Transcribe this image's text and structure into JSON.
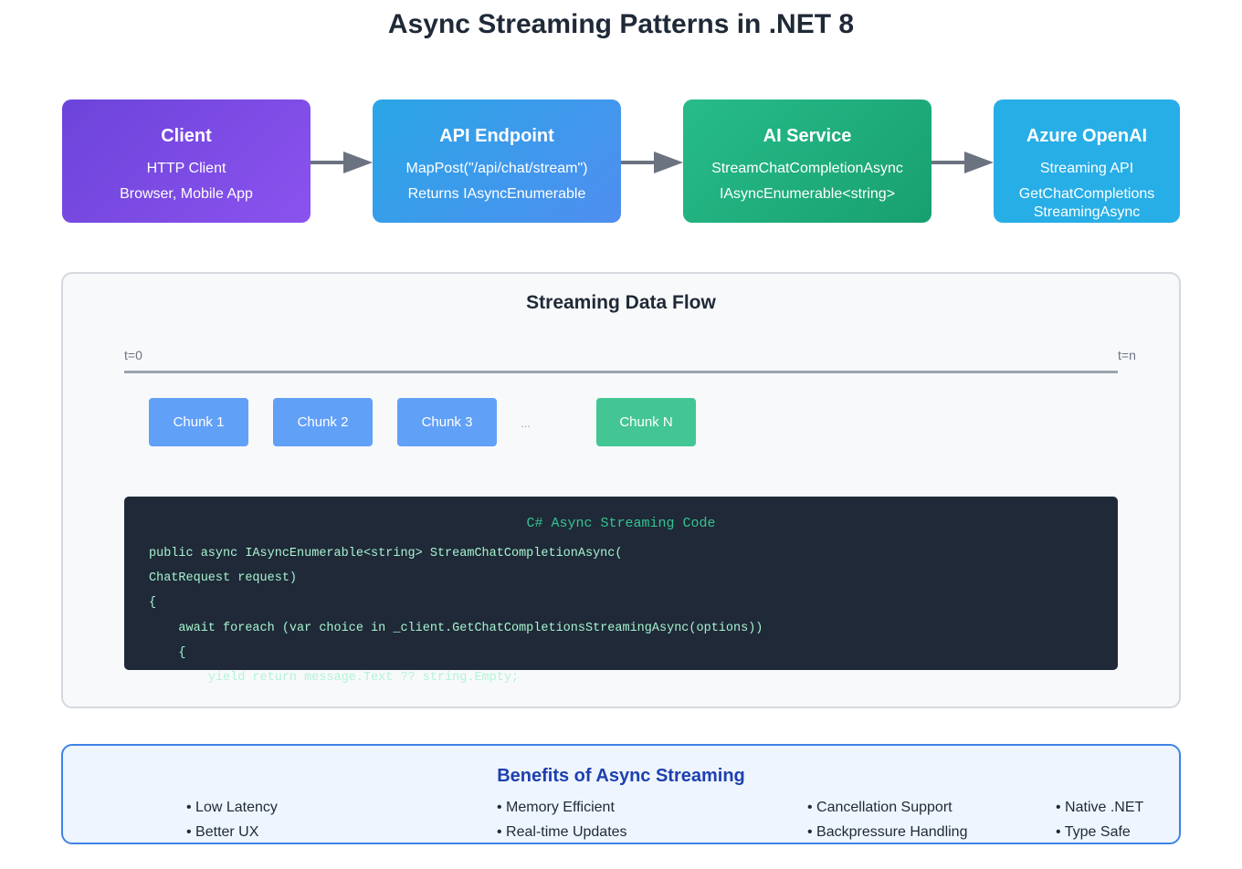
{
  "title": "Async Streaming Patterns in .NET 8",
  "flow": {
    "client": {
      "title": "Client",
      "line1": "HTTP Client",
      "line2": "Browser, Mobile App"
    },
    "api": {
      "title": "API Endpoint",
      "line1": "MapPost(\"/api/chat/stream\")",
      "line2": "Returns IAsyncEnumerable"
    },
    "ai": {
      "title": "AI Service",
      "line1": "StreamChatCompletionAsync",
      "line2": "IAsyncEnumerable<string>"
    },
    "azure": {
      "title": "Azure OpenAI",
      "line1": "Streaming API",
      "line2": "GetChatCompletions",
      "line3": "StreamingAsync"
    }
  },
  "data_flow": {
    "title": "Streaming Data Flow",
    "t_start": "t=0",
    "t_end": "t=n",
    "chunks": [
      "Chunk 1",
      "Chunk 2",
      "Chunk 3"
    ],
    "ellipsis": "...",
    "last_chunk": "Chunk N"
  },
  "code": {
    "title": "C# Async Streaming Code",
    "lines": [
      "public async IAsyncEnumerable<string> StreamChatCompletionAsync(",
      "ChatRequest request)",
      "{",
      "    await foreach (var choice in _client.GetChatCompletionsStreamingAsync(options))",
      "    {",
      "        yield return message.Text ?? string.Empty;"
    ]
  },
  "benefits": {
    "title": "Benefits of Async Streaming",
    "items": [
      "• Low Latency",
      "• Better UX",
      "• Memory Efficient",
      "• Real-time Updates",
      "• Cancellation Support",
      "• Backpressure Handling",
      "• Native .NET",
      "• Type Safe"
    ]
  },
  "colors": {
    "client": "#7c4ae4",
    "api": "#3b9aee",
    "ai": "#20ad7c",
    "azure": "#27aee6",
    "chunk": "#61a0f7",
    "chunk_last": "#43c694",
    "code_bg": "#1f2937",
    "benefits_title": "#1e40af"
  }
}
